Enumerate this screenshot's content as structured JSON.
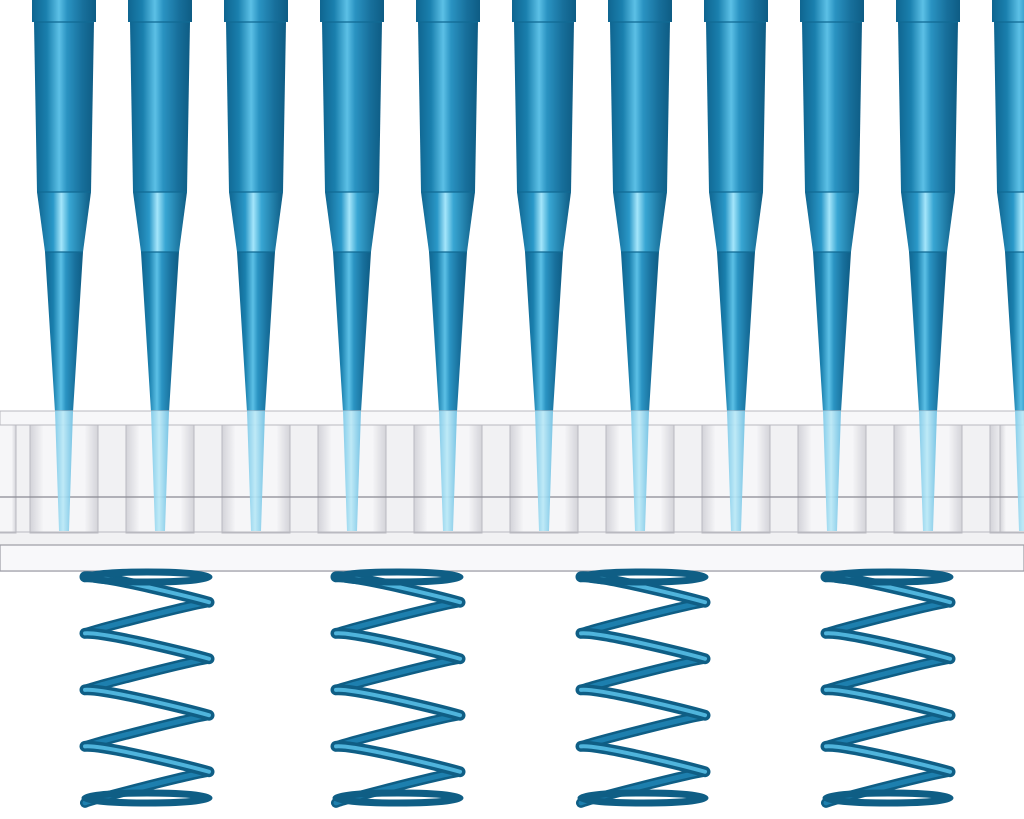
{
  "scene": {
    "subject": "pipette-tips-in-plate-with-springs",
    "tip_count": 11,
    "well_count": 11,
    "spring_count": 4,
    "spring_turns": 4,
    "colors": {
      "background": "#ffffff",
      "tip_main": "#1f86b5",
      "tip_dark": "#116a93",
      "tip_light": "#5cc0e6",
      "tip_highlight": "#9fe3fb",
      "plate_fill": "#f1f1f3",
      "plate_line": "#b9b9c0",
      "well_shade": "#d9d9de",
      "submerged_tip": "#8fd3ee",
      "spring": "#1d7fae",
      "spring_dark": "#0f5e85",
      "spring_light": "#4fb4dc"
    }
  }
}
